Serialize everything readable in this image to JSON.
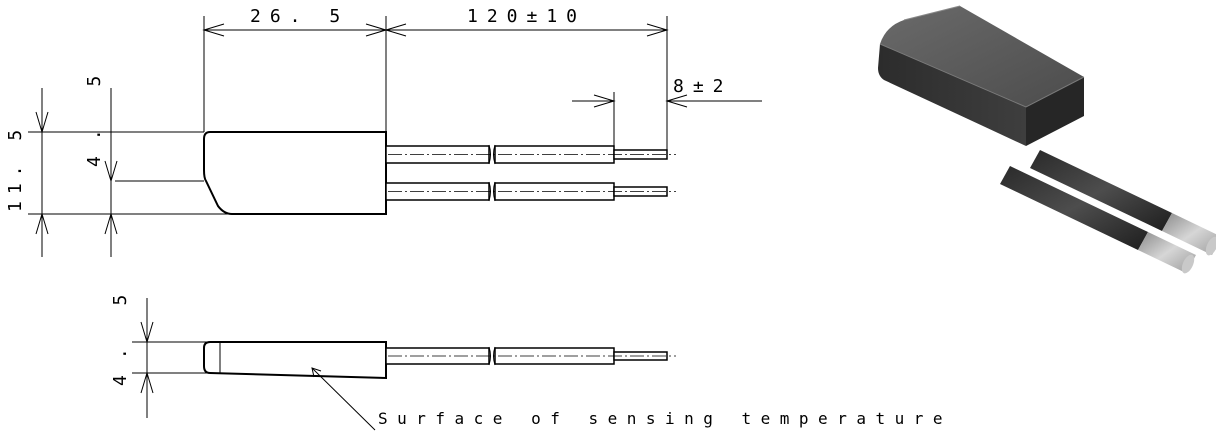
{
  "dimensions": {
    "body_length": "26. 5",
    "lead_length": "120±10",
    "strip_length": "8±2",
    "height": "11. 5",
    "upper_offset": "4. 5",
    "thickness": "4. 5"
  },
  "note": "Surface of sensing temperature",
  "colors": {
    "line": "#000000",
    "background": "#ffffff",
    "body_3d": "#3a3a3a",
    "lead_tip_3d": "#b8b8b8"
  }
}
